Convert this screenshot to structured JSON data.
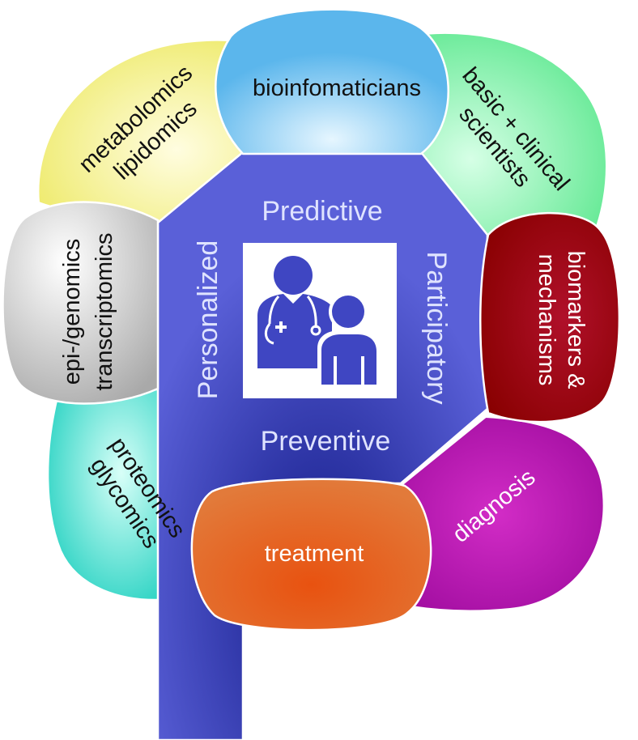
{
  "center": {
    "top": "Predictive",
    "left": "Personalized",
    "right": "Participatory",
    "bottom": "Preventive",
    "icon": "doctor-patient-icon"
  },
  "lobes": {
    "bioinformaticians": "bioinfomaticians",
    "metabolomics": [
      "metabolomics",
      "lipidomics"
    ],
    "basic_clinical": [
      "basic + clinical",
      "scientists"
    ],
    "epigenomics": [
      "epi-/genomics",
      "transcriptomics"
    ],
    "biomarkers": [
      "biomarkers &",
      "mechanisms"
    ],
    "proteomics": [
      "proteomics",
      "glycomics"
    ],
    "diagnosis": "diagnosis",
    "treatment": "treatment"
  },
  "colors": {
    "trunk": "#4a4fd0",
    "bioinformaticians": "#7cc6f2",
    "metabolomics": "#f2ee8a",
    "basic_clinical": "#8ff2b0",
    "epigenomics": "#bdbdbd",
    "biomarkers": "#b30d0d",
    "proteomics": "#4fe0cf",
    "diagnosis": "#b014b0",
    "treatment": "#e0521a"
  }
}
